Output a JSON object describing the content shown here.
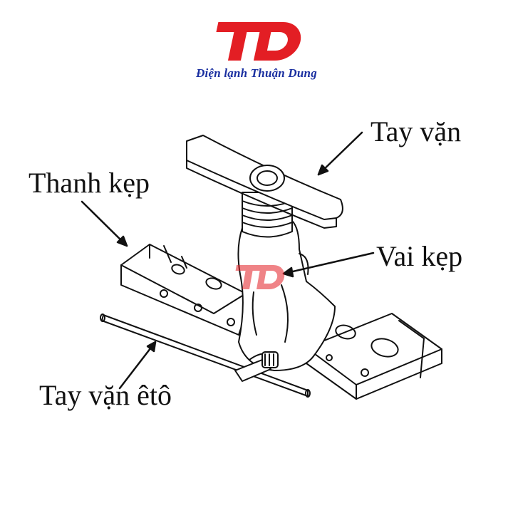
{
  "brand": {
    "logo_text": "TD",
    "caption": "Điện lạnh Thuận Dung",
    "color": "#e31e24",
    "caption_color": "#1a2fa0"
  },
  "labels": {
    "tay_van": "Tay vặn",
    "thanh_kep": "Thanh kẹp",
    "vai_kep": "Vai kẹp",
    "tay_van_eto": "Tay vặn êtô"
  },
  "watermark": {
    "text": "TD",
    "color": "#e31e24"
  }
}
